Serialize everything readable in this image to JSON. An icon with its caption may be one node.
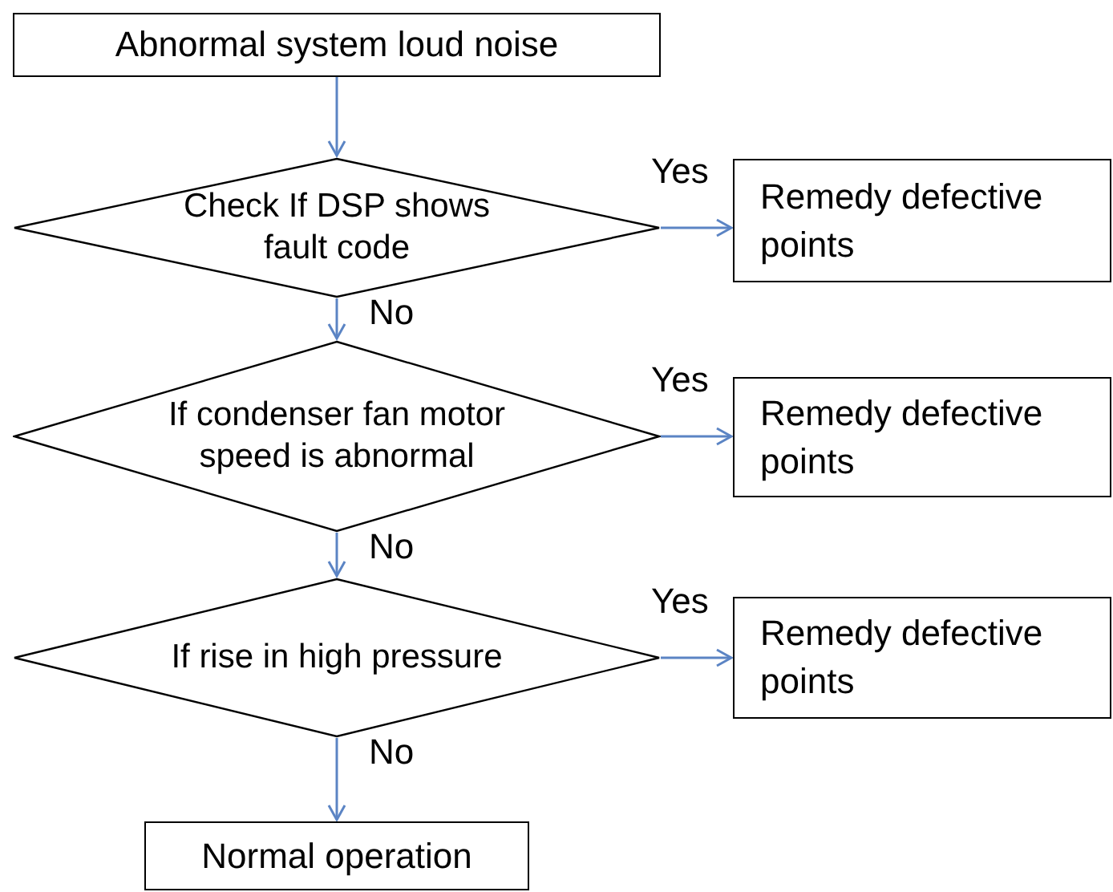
{
  "diagram": {
    "nodes": [
      {
        "text": [
          "Abnormal system loud noise"
        ]
      },
      {
        "text": [
          "Check If DSP shows fault code"
        ]
      },
      {
        "text": [
          "Remedy defective points"
        ]
      },
      {
        "text": [
          "If condenser fan motor speed is abnormal"
        ]
      },
      {
        "text": [
          "Remedy defective points"
        ]
      },
      {
        "text": [
          "If rise in high pressure"
        ]
      },
      {
        "text": [
          "Remedy defective points"
        ]
      },
      {
        "text": [
          "Normal operation"
        ]
      }
    ],
    "edges": [
      {
        "from": 0,
        "to": 1,
        "arrow": "to"
      },
      {
        "from": 1,
        "to": 2,
        "arrow": "to",
        "label": "Yes"
      },
      {
        "from": 1,
        "to": 3,
        "arrow": "to",
        "label": "No"
      },
      {
        "from": 3,
        "to": 4,
        "arrow": "to",
        "label": "Yes"
      },
      {
        "from": 3,
        "to": 5,
        "arrow": "to",
        "label": "No"
      },
      {
        "from": 5,
        "to": 6,
        "arrow": "to",
        "label": "Yes"
      },
      {
        "from": 5,
        "to": 7,
        "arrow": "to",
        "label": "No"
      }
    ]
  }
}
